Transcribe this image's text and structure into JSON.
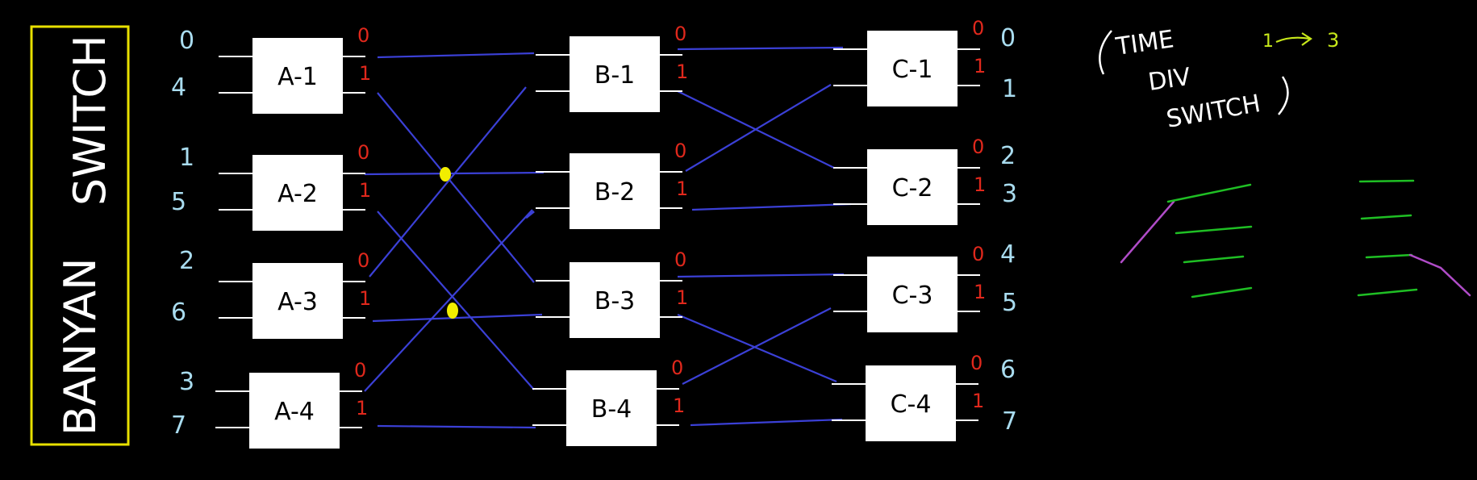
{
  "title_box": {
    "line1": "BANYAN",
    "line2": "SWITCH"
  },
  "colors": {
    "wire": "#3b40d6",
    "box_border": "#e8e000",
    "block": "#ffffff",
    "input_label": "#a9dcef",
    "port_label": "#e0281c",
    "dot": "#f2ee00",
    "green": "#1fbf24",
    "purple": "#b04cc8",
    "arrow_note": "#c7e81a"
  },
  "stage_a": [
    {
      "name": "A-1",
      "inputs": [
        "0",
        "4"
      ],
      "ports": [
        "0",
        "1"
      ]
    },
    {
      "name": "A-2",
      "inputs": [
        "1",
        "5"
      ],
      "ports": [
        "0",
        "1"
      ]
    },
    {
      "name": "A-3",
      "inputs": [
        "2",
        "6"
      ],
      "ports": [
        "0",
        "1"
      ]
    },
    {
      "name": "A-4",
      "inputs": [
        "3",
        "7"
      ],
      "ports": [
        "0",
        "1"
      ]
    }
  ],
  "stage_b": [
    {
      "name": "B-1",
      "ports": [
        "0",
        "1"
      ]
    },
    {
      "name": "B-2",
      "ports": [
        "0",
        "1"
      ]
    },
    {
      "name": "B-3",
      "ports": [
        "0",
        "1"
      ]
    },
    {
      "name": "B-4",
      "ports": [
        "0",
        "1"
      ]
    }
  ],
  "stage_c": [
    {
      "name": "C-1",
      "ports": [
        "0",
        "1"
      ],
      "outputs": [
        "0",
        "1"
      ]
    },
    {
      "name": "C-2",
      "ports": [
        "0",
        "1"
      ],
      "outputs": [
        "2",
        "3"
      ]
    },
    {
      "name": "C-3",
      "ports": [
        "0",
        "1"
      ],
      "outputs": [
        "4",
        "5"
      ]
    },
    {
      "name": "C-4",
      "ports": [
        "0",
        "1"
      ],
      "outputs": [
        "6",
        "7"
      ]
    }
  ],
  "note": {
    "line1": "TIME",
    "line2": "DIV",
    "line3": "SWITCH",
    "arrow_from": "1",
    "arrow_to": "3"
  }
}
